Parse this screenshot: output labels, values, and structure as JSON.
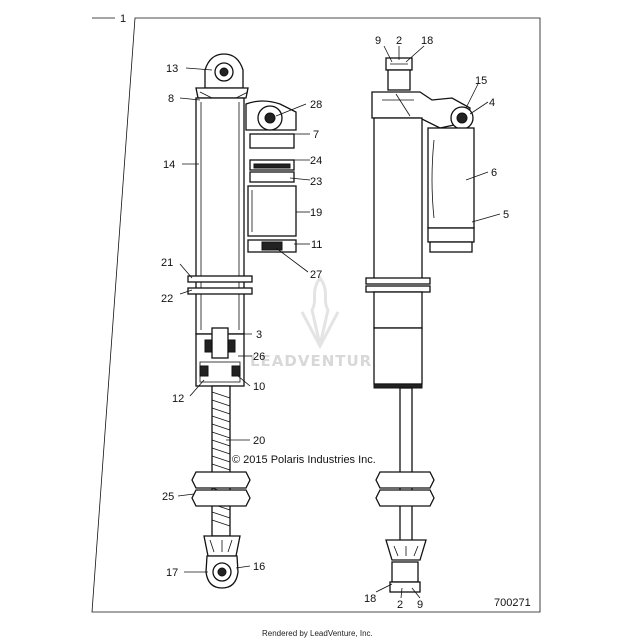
{
  "diagram": {
    "assembly_callout": "1",
    "part_number": "700271",
    "copyright": "© 2015 Polaris Industries Inc.",
    "footer": "Rendered by LeadVenture, Inc.",
    "watermark": "LEADVENTURE",
    "callouts": {
      "c2a": "2",
      "c2b": "2",
      "c3": "3",
      "c4": "4",
      "c5": "5",
      "c6": "6",
      "c7": "7",
      "c8": "8",
      "c9a": "9",
      "c9b": "9",
      "c10": "10",
      "c11": "11",
      "c12": "12",
      "c13": "13",
      "c14": "14",
      "c15": "15",
      "c16": "16",
      "c17": "17",
      "c18a": "18",
      "c18b": "18",
      "c19": "19",
      "c20": "20",
      "c21": "21",
      "c22": "22",
      "c23": "23",
      "c24": "24",
      "c25": "25",
      "c26": "26",
      "c27": "27",
      "c28": "28"
    }
  }
}
